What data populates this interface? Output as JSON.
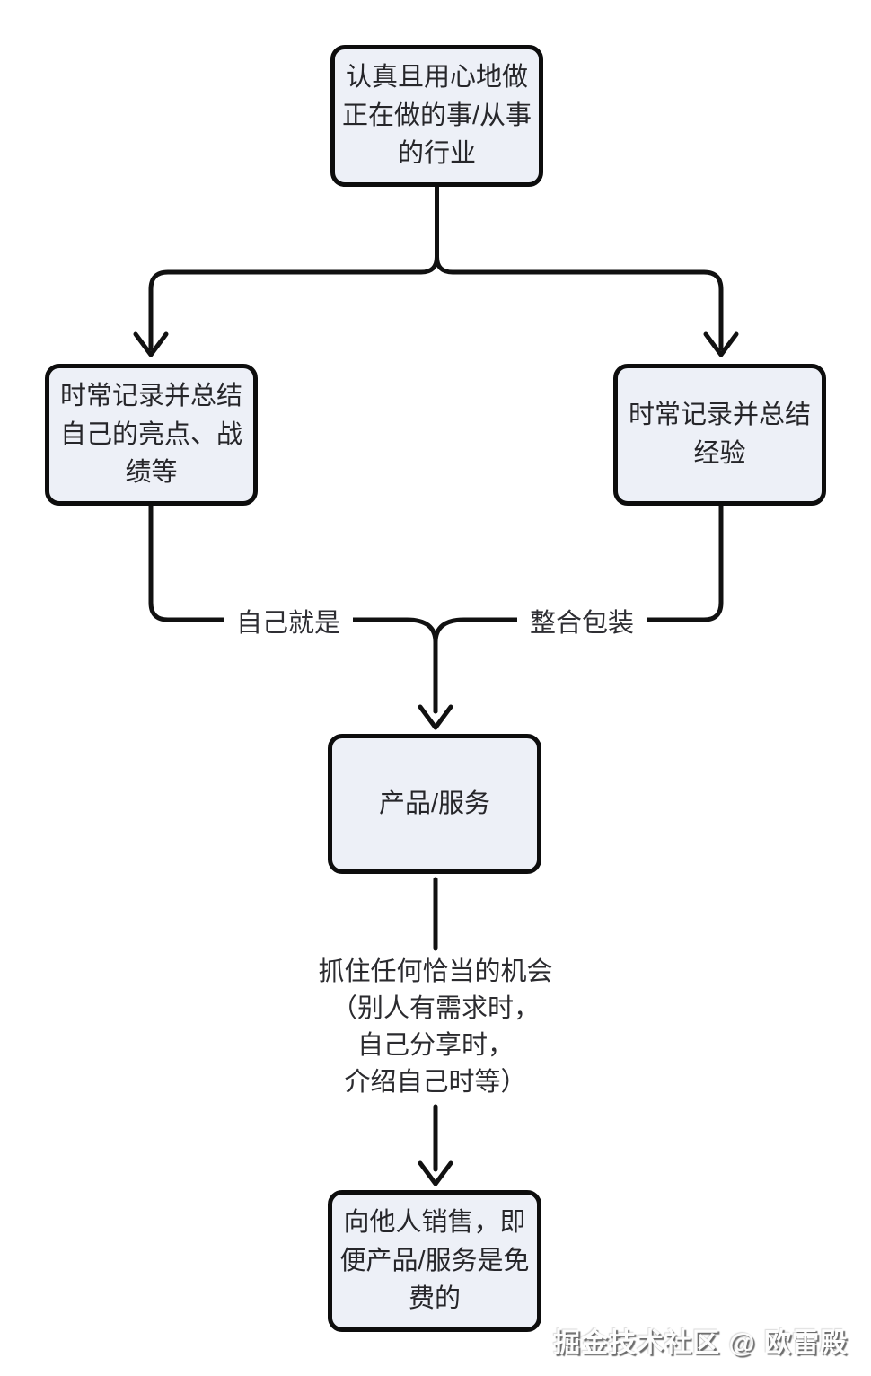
{
  "diagram": {
    "nodes": {
      "top": {
        "label": "认真且用心地做\n正在做的事/从事\n的行业"
      },
      "left": {
        "label": "时常记录并总结\n自己的亮点、战\n绩等"
      },
      "right": {
        "label": "时常记录并总结\n经验"
      },
      "middle": {
        "label": "产品/服务"
      },
      "bottom": {
        "label": "向他人销售，即\n便产品/服务是免\n费的"
      }
    },
    "edge_labels": {
      "left": "自己就是",
      "right": "整合包装"
    },
    "annotation": "抓住任何恰当的机会\n（别人有需求时，\n自己分享时，\n介绍自己时等）",
    "colors": {
      "node_fill": "#EDF0F7",
      "node_border": "#0D0D0D",
      "line": "#111111",
      "text": "#26262A",
      "background": "#FFFFFF"
    }
  },
  "watermark": "掘金技术社区 @ 欧雷殿"
}
